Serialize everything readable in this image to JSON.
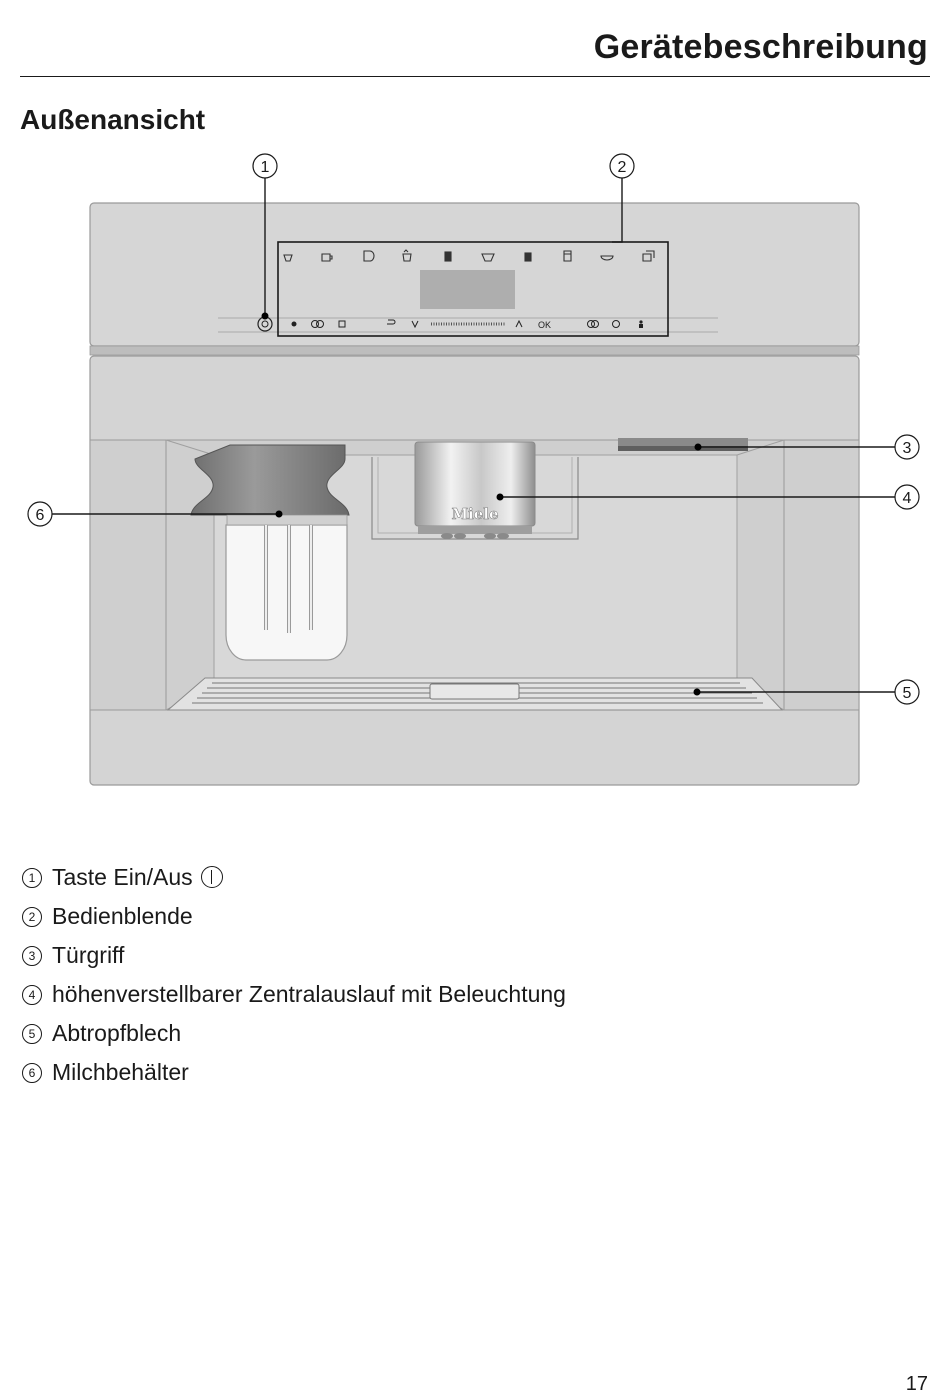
{
  "header": {
    "title": "Gerätebeschreibung"
  },
  "section": {
    "title": "Außenansicht"
  },
  "figure": {
    "callouts": [
      "1",
      "2",
      "3",
      "4",
      "5",
      "6"
    ],
    "brand": "Miele",
    "panel_ok": "OK"
  },
  "legend": [
    {
      "number": "1",
      "text": "Taste Ein/Aus"
    },
    {
      "number": "2",
      "text": "Bedienblende"
    },
    {
      "number": "3",
      "text": "Türgriff"
    },
    {
      "number": "4",
      "text": "höhenverstellbarer Zentralauslauf mit Beleuchtung"
    },
    {
      "number": "5",
      "text": "Abtropfblech"
    },
    {
      "number": "6",
      "text": "Milchbehälter"
    }
  ],
  "footer": {
    "page_number": "17"
  }
}
